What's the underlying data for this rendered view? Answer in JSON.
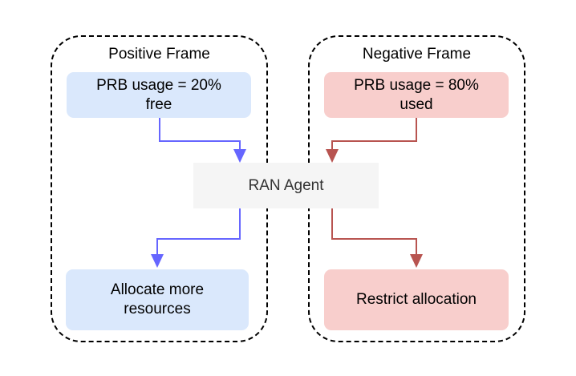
{
  "positive_frame": {
    "title": "Positive Frame",
    "input": "PRB usage = 20%\nfree",
    "output": "Allocate more\nresources"
  },
  "negative_frame": {
    "title": "Negative Frame",
    "input": "PRB usage = 80%\nused",
    "output": "Restrict allocation"
  },
  "agent": {
    "label": "RAN Agent"
  },
  "colors": {
    "positive_box": "#dae8fc",
    "negative_box": "#f8cecc",
    "positive_arrow": "#6666ff",
    "negative_arrow": "#b85450",
    "agent_box": "#f5f5f5"
  }
}
